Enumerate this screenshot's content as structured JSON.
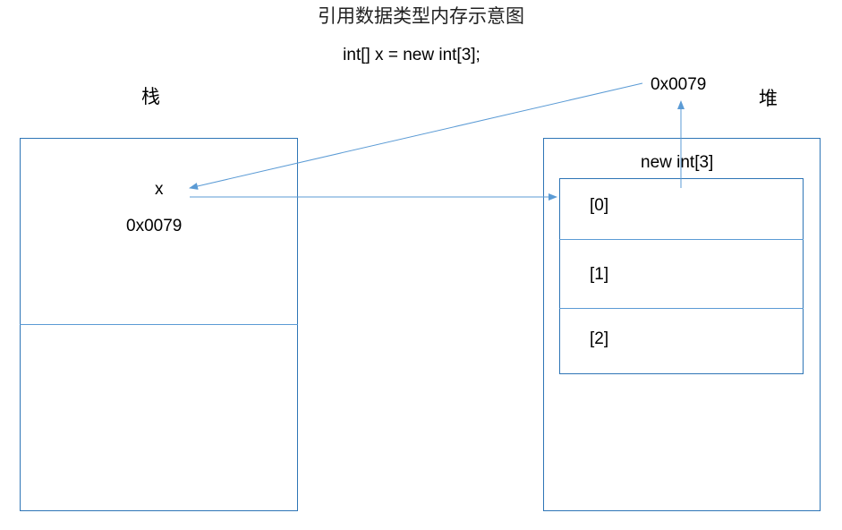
{
  "title": "引用数据类型内存示意图",
  "code_line": "int[] x = new int[3];",
  "stack": {
    "label": "栈",
    "variable_name": "x",
    "variable_value": "0x0079"
  },
  "heap": {
    "label": "堆",
    "address": "0x0079",
    "array_label": "new int[3]",
    "cells": [
      "[0]",
      "[1]",
      "[2]"
    ]
  },
  "colors": {
    "line": "#5b9bd5",
    "box_border": "#2e75b6"
  }
}
